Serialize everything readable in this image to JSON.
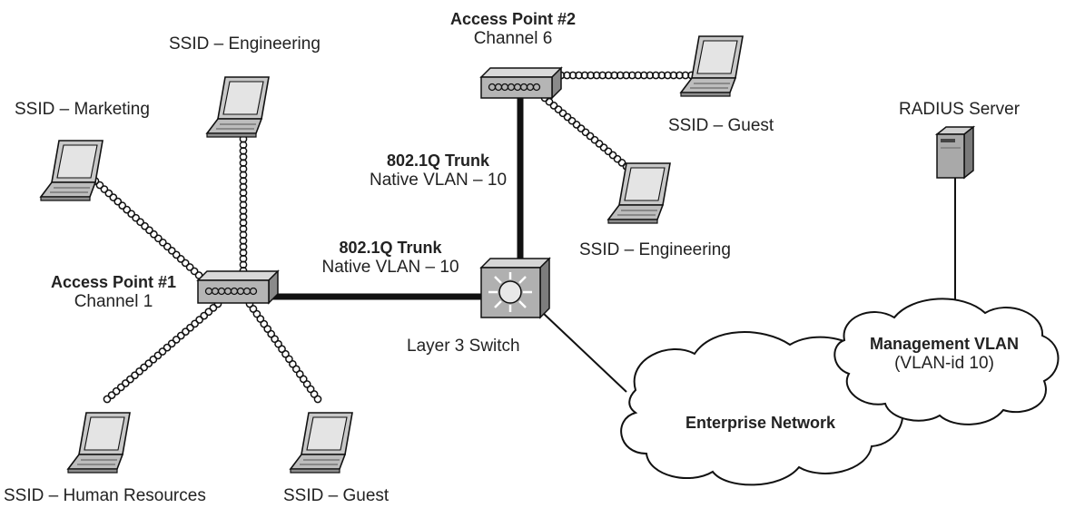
{
  "colors": {
    "line": "#111111",
    "laptop_body": "#c8c8c8",
    "laptop_screen": "#e4e4e4",
    "cloud_fill": "#ffffff",
    "switch_body": "#b0b0b0",
    "server_body": "#a9a9a9"
  },
  "icons": {
    "laptop": "laptop-icon",
    "access_point": "access-point-icon",
    "switch": "layer3-switch-icon",
    "server": "server-icon",
    "cloud": "cloud-icon"
  },
  "labels": {
    "ssid_engineering_top": "SSID – Engineering",
    "ssid_marketing": "SSID – Marketing",
    "ssid_human_resources": "SSID – Human Resources",
    "ssid_guest_bottom": "SSID – Guest",
    "ssid_guest_right": "SSID – Guest",
    "ssid_engineering_right": "SSID – Engineering",
    "ap1_title": "Access Point #1",
    "ap1_channel": "Channel 1",
    "ap2_title": "Access Point #2",
    "ap2_channel": "Channel 6",
    "trunk_left_title": "802.1Q Trunk",
    "trunk_left_native": "Native VLAN – 10",
    "trunk_top_title": "802.1Q Trunk",
    "trunk_top_native": "Native VLAN – 10",
    "layer3_switch": "Layer 3 Switch",
    "radius_server": "RADIUS Server",
    "enterprise_network": "Enterprise Network",
    "management_vlan_title": "Management VLAN",
    "management_vlan_id": "(VLAN-id 10)"
  }
}
